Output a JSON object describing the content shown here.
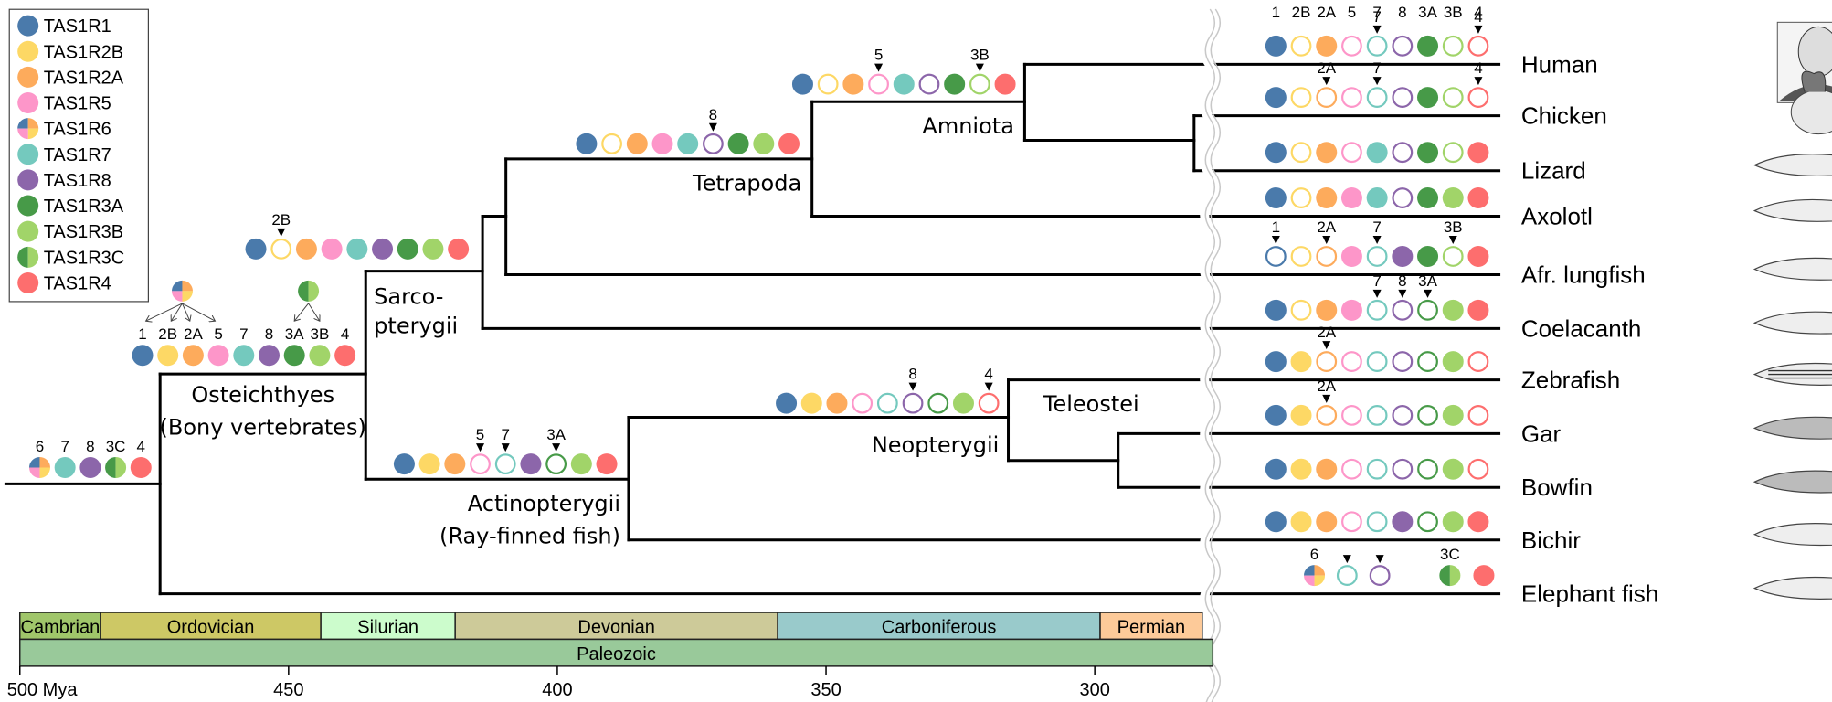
{
  "title": "TAS1R gene repertoire evolution across vertebrates",
  "colors": {
    "TAS1R1": "#4a7aab",
    "TAS1R2B": "#fdd865",
    "TAS1R2A": "#fdab5c",
    "TAS1R5": "#fd96c9",
    "TAS1R7": "#74c9be",
    "TAS1R8": "#8c66aa",
    "TAS1R3A": "#479a48",
    "TAS1R3B": "#a1d469",
    "TAS1R4": "#fd6e6e",
    "branch": "#000000",
    "break": "#c8c8c8"
  },
  "legend": [
    {
      "gene": "TAS1R1",
      "label": "TAS1R1",
      "kind": "solid"
    },
    {
      "gene": "TAS1R2B",
      "label": "TAS1R2B",
      "kind": "solid"
    },
    {
      "gene": "TAS1R2A",
      "label": "TAS1R2A",
      "kind": "solid"
    },
    {
      "gene": "TAS1R5",
      "label": "TAS1R5",
      "kind": "solid"
    },
    {
      "gene": "TAS1R6",
      "label": "TAS1R6",
      "kind": "quad"
    },
    {
      "gene": "TAS1R7",
      "label": "TAS1R7",
      "kind": "solid"
    },
    {
      "gene": "TAS1R8",
      "label": "TAS1R8",
      "kind": "solid"
    },
    {
      "gene": "TAS1R3A",
      "label": "TAS1R3A",
      "kind": "solid"
    },
    {
      "gene": "TAS1R3B",
      "label": "TAS1R3B",
      "kind": "solid"
    },
    {
      "gene": "TAS1R3C",
      "label": "TAS1R3C",
      "kind": "half"
    },
    {
      "gene": "TAS1R4",
      "label": "TAS1R4",
      "kind": "solid"
    }
  ],
  "gene_order": [
    "TAS1R1",
    "TAS1R2B",
    "TAS1R2A",
    "TAS1R5",
    "TAS1R7",
    "TAS1R8",
    "TAS1R3A",
    "TAS1R3B",
    "TAS1R4"
  ],
  "gene_short": [
    "1",
    "2B",
    "2A",
    "5",
    "7",
    "8",
    "3A",
    "3B",
    "4"
  ],
  "clades": [
    {
      "id": "osteichthyes",
      "label1": "Osteichthyes",
      "label2": "(Bony vertebrates)"
    },
    {
      "id": "sarcopterygii",
      "label1": "Sarco-",
      "label2": "pterygii"
    },
    {
      "id": "tetrapoda",
      "label1": "Tetrapoda"
    },
    {
      "id": "amniota",
      "label1": "Amniota"
    },
    {
      "id": "actinopterygii",
      "label1": "Actinopterygii",
      "label2": "(Ray-finned fish)"
    },
    {
      "id": "neopterygii",
      "label1": "Neopterygii"
    },
    {
      "id": "teleostei",
      "label1": "Teleostei"
    }
  ],
  "ancestral_states": [
    {
      "id": "root",
      "genes": [
        {
          "g": "TAS1R6",
          "s": "quad",
          "label": "6"
        },
        {
          "g": "TAS1R7",
          "s": "solid",
          "label": "7"
        },
        {
          "g": "TAS1R8",
          "s": "solid",
          "label": "8"
        },
        {
          "g": "TAS1R3C",
          "s": "half",
          "label": "3C"
        },
        {
          "g": "TAS1R4",
          "s": "solid",
          "label": "4"
        }
      ]
    },
    {
      "id": "osteichthyes",
      "states": [
        "solid",
        "solid",
        "solid",
        "solid",
        "solid",
        "solid",
        "solid",
        "solid",
        "solid"
      ],
      "labels": [
        "1",
        "2B",
        "2A",
        "5",
        "7",
        "8",
        "3A",
        "3B",
        "4"
      ],
      "duplication_notes": [
        {
          "from": "TAS1R6",
          "to": [
            "1",
            "2B",
            "2A",
            "5"
          ]
        },
        {
          "from": "TAS1R3C",
          "to": [
            "3A",
            "3B"
          ]
        }
      ]
    },
    {
      "id": "sarcopterygii",
      "states": [
        "solid",
        "open",
        "solid",
        "solid",
        "solid",
        "solid",
        "solid",
        "solid",
        "solid"
      ],
      "losses": [
        "2B"
      ]
    },
    {
      "id": "tetrapoda",
      "states": [
        "solid",
        "open",
        "solid",
        "solid",
        "solid",
        "open",
        "solid",
        "solid",
        "solid"
      ],
      "losses": [
        "8"
      ]
    },
    {
      "id": "amniota",
      "states": [
        "solid",
        "open",
        "solid",
        "open",
        "solid",
        "open",
        "solid",
        "open",
        "solid"
      ],
      "losses": [
        "5",
        "3B"
      ]
    },
    {
      "id": "actinopterygii",
      "states": [
        "solid",
        "solid",
        "solid",
        "open",
        "open",
        "solid",
        "open",
        "solid",
        "solid"
      ],
      "losses": [
        "5",
        "7",
        "3A"
      ]
    },
    {
      "id": "neopterygii",
      "states": [
        "solid",
        "solid",
        "solid",
        "open",
        "open",
        "open",
        "open",
        "solid",
        "open"
      ],
      "losses": [
        "8",
        "4"
      ]
    }
  ],
  "species": [
    {
      "name": "Human",
      "states": [
        "solid",
        "open",
        "solid",
        "open",
        "open",
        "open",
        "solid",
        "open",
        "open"
      ],
      "losses": [
        "7",
        "4"
      ],
      "show_header": true
    },
    {
      "name": "Chicken",
      "states": [
        "solid",
        "open",
        "open",
        "open",
        "open",
        "open",
        "solid",
        "open",
        "open"
      ],
      "losses": [
        "2A",
        "7",
        "4"
      ]
    },
    {
      "name": "Lizard",
      "states": [
        "solid",
        "open",
        "solid",
        "open",
        "solid",
        "open",
        "solid",
        "open",
        "solid"
      ],
      "losses": []
    },
    {
      "name": "Axolotl",
      "states": [
        "solid",
        "open",
        "solid",
        "solid",
        "solid",
        "open",
        "solid",
        "solid",
        "solid"
      ],
      "losses": []
    },
    {
      "name": "Afr. lungfish",
      "states": [
        "open",
        "open",
        "open",
        "solid",
        "open",
        "solid",
        "solid",
        "open",
        "solid"
      ],
      "losses": [
        "1",
        "2A",
        "7",
        "3B"
      ]
    },
    {
      "name": "Coelacanth",
      "states": [
        "solid",
        "open",
        "solid",
        "solid",
        "open",
        "open",
        "open",
        "solid",
        "solid"
      ],
      "losses": [
        "7",
        "8",
        "3A"
      ]
    },
    {
      "name": "Zebrafish",
      "states": [
        "solid",
        "solid",
        "open",
        "open",
        "open",
        "open",
        "open",
        "solid",
        "open"
      ],
      "losses": [
        "2A"
      ]
    },
    {
      "name": "Gar",
      "states": [
        "solid",
        "solid",
        "open",
        "open",
        "open",
        "open",
        "open",
        "solid",
        "open"
      ],
      "losses": [
        "2A"
      ]
    },
    {
      "name": "Bowfin",
      "states": [
        "solid",
        "solid",
        "solid",
        "open",
        "open",
        "open",
        "open",
        "solid",
        "open"
      ],
      "losses": []
    },
    {
      "name": "Bichir",
      "states": [
        "solid",
        "solid",
        "solid",
        "open",
        "open",
        "solid",
        "open",
        "solid",
        "solid"
      ],
      "losses": []
    },
    {
      "name": "Elephant fish",
      "genes": [
        {
          "g": "TAS1R6",
          "s": "quad",
          "label": "6"
        },
        {
          "g": "TAS1R7",
          "s": "open",
          "loss": true
        },
        {
          "g": "TAS1R8",
          "s": "open",
          "loss": true
        },
        {
          "g": "TAS1R3C",
          "s": "half",
          "label": "3C"
        },
        {
          "g": "TAS1R4",
          "s": "solid"
        }
      ]
    }
  ],
  "timescale": {
    "axis_unit_label": "Mya",
    "ticks": [
      {
        "value": 500,
        "label": "500 Mya"
      },
      {
        "value": 450,
        "label": "450"
      },
      {
        "value": 400,
        "label": "400"
      },
      {
        "value": 350,
        "label": "350"
      },
      {
        "value": 300,
        "label": "300"
      }
    ],
    "periods": [
      {
        "name": "Cambrian",
        "start": 500,
        "end": 485,
        "color": "#a0c66a"
      },
      {
        "name": "Ordovician",
        "start": 485,
        "end": 444,
        "color": "#cdc865"
      },
      {
        "name": "Silurian",
        "start": 444,
        "end": 419,
        "color": "#ccfccc"
      },
      {
        "name": "Devonian",
        "start": 419,
        "end": 359,
        "color": "#cdca99"
      },
      {
        "name": "Carboniferous",
        "start": 359,
        "end": 299,
        "color": "#99cacb"
      },
      {
        "name": "Permian",
        "start": 299,
        "end": 280,
        "color": "#fdca99"
      }
    ],
    "era": {
      "name": "Paleozoic",
      "color": "#99c99a"
    }
  }
}
